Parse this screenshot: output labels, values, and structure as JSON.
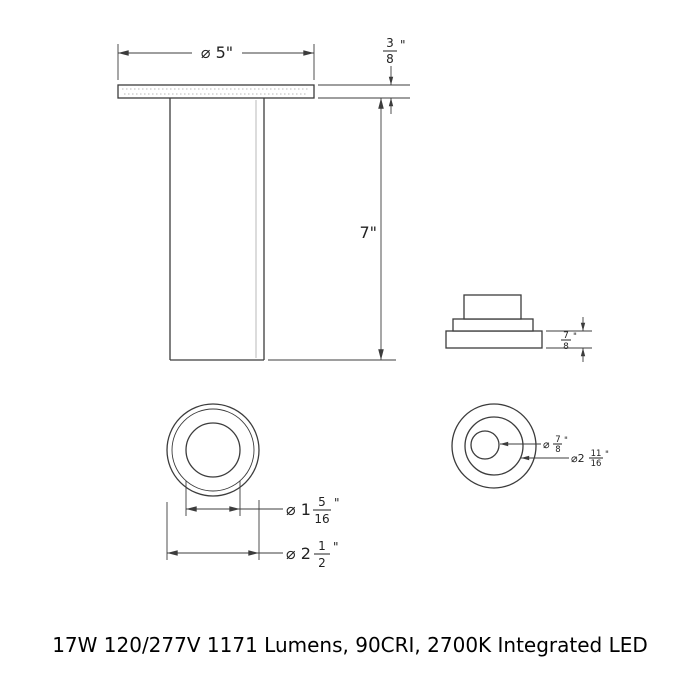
{
  "colors": {
    "line": "#3c3c3c",
    "text": "#222222",
    "background": "#ffffff"
  },
  "dims": {
    "top_diameter": {
      "label": "⌀ 5\""
    },
    "canopy_thickness": {
      "num": "3",
      "den": "8",
      "suffix": "\""
    },
    "height": {
      "label": "7\""
    },
    "detail_height": {
      "num": "7",
      "den": "8",
      "suffix": "\""
    },
    "inner_diameter": {
      "prefix": "⌀ 1",
      "num": "5",
      "den": "16",
      "suffix": "\""
    },
    "outer_diameter": {
      "prefix": "⌀ 2",
      "num": "1",
      "den": "2",
      "suffix": "\""
    },
    "detail_hole": {
      "prefix": "⌀",
      "num": "7",
      "den": "8",
      "suffix": "\""
    },
    "detail_outer": {
      "prefix": "⌀2",
      "num": "11",
      "den": "16",
      "suffix": "\""
    }
  },
  "footer": {
    "spec": "17W 120/277V 1171 Lumens, 90CRI, 2700K Integrated LED"
  }
}
